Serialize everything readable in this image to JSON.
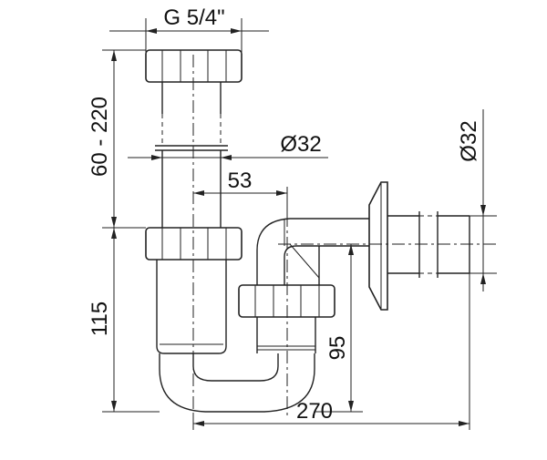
{
  "dimensions": {
    "thread": "G 5/4\"",
    "height_range": "60 - 220",
    "trap_diameter": "Ø32",
    "offset": "53",
    "wall_diameter": "Ø32",
    "lower_height": "115",
    "outlet_height": "95",
    "total_length": "270"
  },
  "colors": {
    "line": "#222222",
    "background": "#ffffff"
  }
}
